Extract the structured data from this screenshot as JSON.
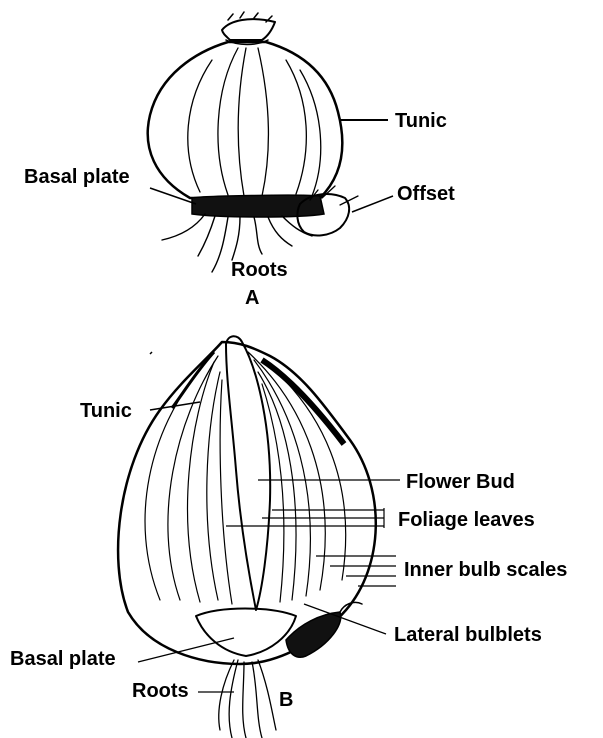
{
  "figure_a": {
    "letter": "A",
    "labels": {
      "tunic": "Tunic",
      "basal_plate": "Basal plate",
      "offset": "Offset",
      "roots": "Roots"
    }
  },
  "figure_b": {
    "letter": "B",
    "labels": {
      "tunic": "Tunic",
      "flower_bud": "Flower Bud",
      "foliage_leaves": "Foliage leaves",
      "inner_bulb_scales": "Inner bulb scales",
      "lateral_bulblets": "Lateral bulblets",
      "basal_plate": "Basal plate",
      "roots": "Roots"
    }
  }
}
